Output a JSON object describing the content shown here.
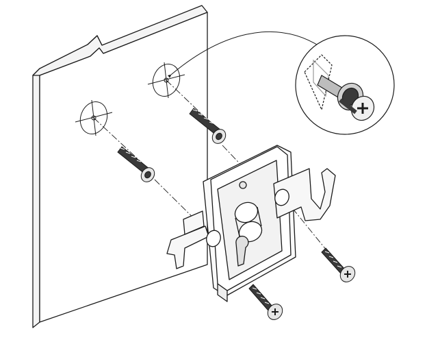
{
  "diagram": {
    "kind": "exploded-assembly-illustration",
    "style": "monochrome line art",
    "colors": {
      "stroke": "#1a1a1a",
      "panel_fill": "#ffffff",
      "part_fill": "#ffffff",
      "screw_fill": "#3a3a3a",
      "shadow": "#d9d9d9"
    },
    "parts": [
      {
        "name": "wall-panel",
        "label": ""
      },
      {
        "name": "mounting-bracket",
        "label": ""
      },
      {
        "name": "wall-anchor",
        "label": ""
      },
      {
        "name": "anchor-screw",
        "label": ""
      },
      {
        "name": "mounting-screw",
        "label": ""
      },
      {
        "name": "detail-magnifier",
        "label": ""
      }
    ]
  }
}
